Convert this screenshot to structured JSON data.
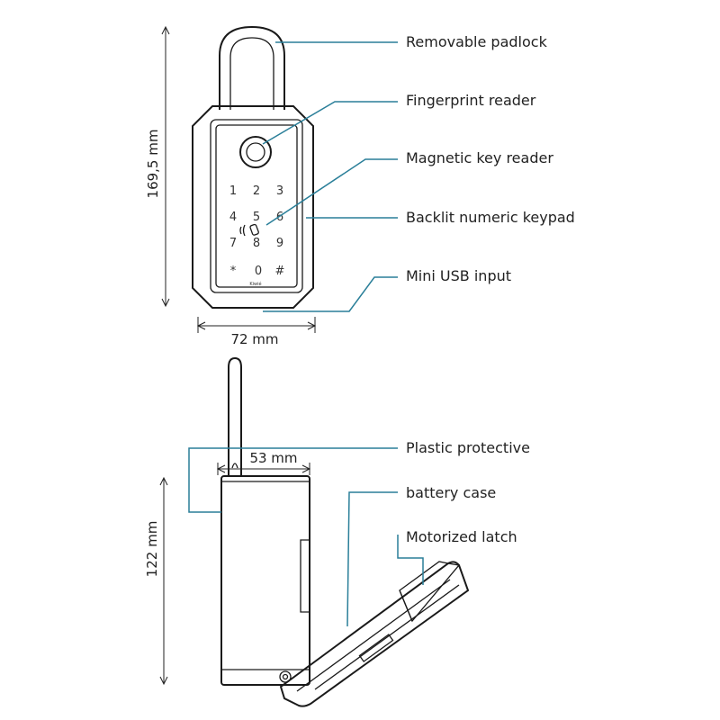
{
  "labels": {
    "removable_padlock": "Removable padlock",
    "fingerprint_reader": "Fingerprint reader",
    "magnetic_key_reader": "Magnetic key reader",
    "backlit_keypad": "Backlit numeric keypad",
    "mini_usb": "Mini USB input",
    "plastic_protective": "Plastic protective",
    "battery_case": "battery case",
    "motorized_latch": "Motorized latch"
  },
  "dimensions": {
    "front_height": "169,5 mm",
    "front_width": "72 mm",
    "side_depth": "53  mm",
    "side_height": "122 mm"
  },
  "keypad": {
    "row1": [
      "1",
      "2",
      "3"
    ],
    "row2": [
      "4",
      "5",
      "6"
    ],
    "row3": [
      "7",
      "8",
      "9"
    ],
    "row4": [
      "*",
      "0",
      "#"
    ],
    "brand": "Kiwié"
  },
  "colors": {
    "leader": "#2a7f99",
    "outline": "#1a1a1a"
  },
  "icons": [
    "fingerprint-icon",
    "nfc-icon"
  ]
}
